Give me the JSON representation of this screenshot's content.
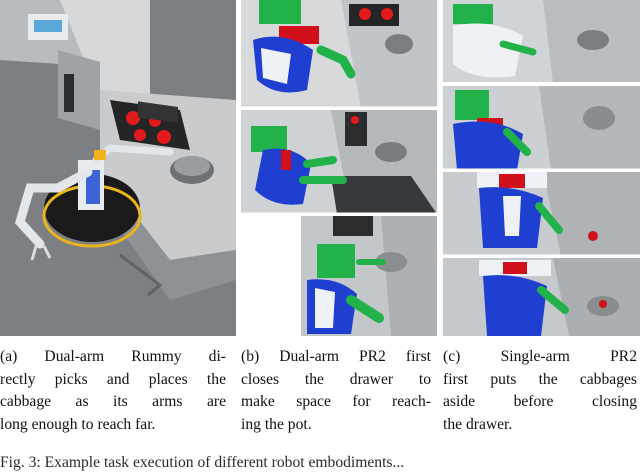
{
  "panels": [
    {
      "id": "a",
      "caption_lines": [
        "(a) Dual-arm Rummy di-",
        "rectly picks and places the",
        "cabbage as its arms are",
        "long enough to reach far."
      ]
    },
    {
      "id": "b",
      "caption_lines": [
        "(b) Dual-arm PR2 first",
        "closes the drawer to",
        "make space for reach-",
        "ing the pot."
      ]
    },
    {
      "id": "c",
      "caption_lines": [
        "(c)  Single-arm  PR2",
        "first puts the cabbages",
        "aside  before  closing",
        "the drawer."
      ]
    }
  ],
  "figure_caption": "Fig. 3: Example task execution of different robot embodiments...",
  "colors": {
    "robot_green": "#22b24a",
    "robot_blue": "#1f3fd0",
    "robot_red": "#d0101a",
    "stove_red": "#e31a1c",
    "floor_gray": "#7d8083",
    "counter_gray": "#c9cbcd"
  }
}
